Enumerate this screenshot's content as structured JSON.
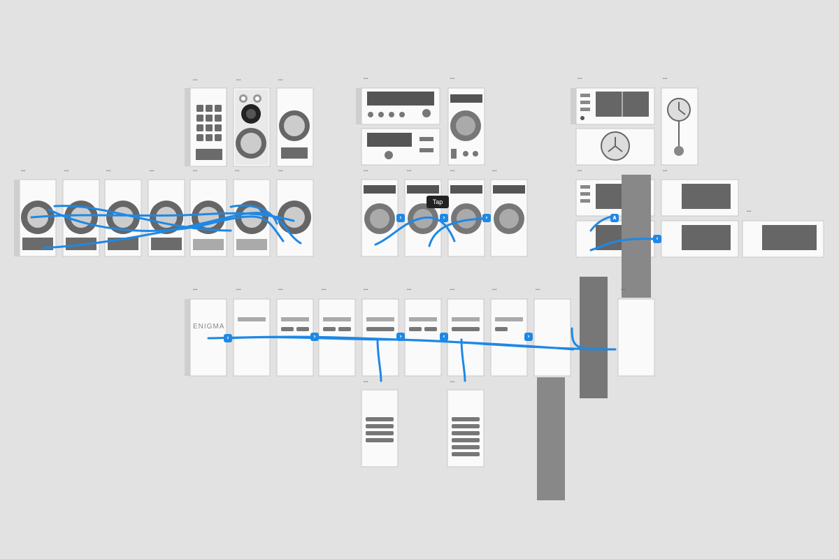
{
  "window": {
    "title": "Prototype"
  },
  "tooltip": {
    "label": "Tap"
  },
  "artboard_label": "•••",
  "logo_text": "ENIGMA",
  "colors": {
    "background": "#e2e2e2",
    "wire": "#1e88e5",
    "board": "#fafafa",
    "ui_gray": "#6b6b6b"
  }
}
